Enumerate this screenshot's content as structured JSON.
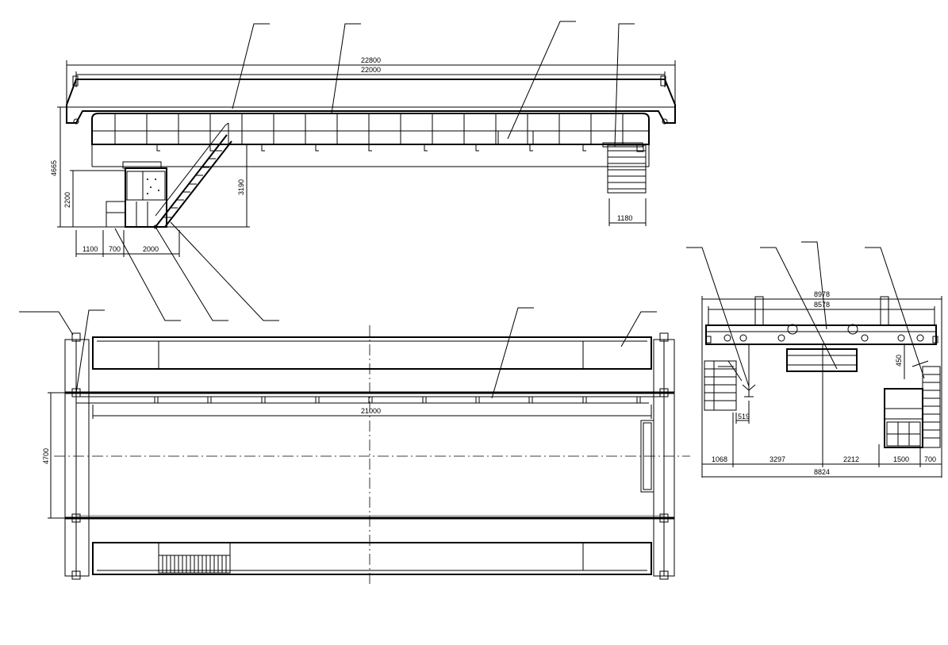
{
  "dimensions": {
    "side_view": {
      "overall_length": "22800",
      "span": "22000",
      "total_height": "4665",
      "platform_height": "2200",
      "walkway_height": "3190",
      "stair_width": "1180",
      "bottom_1": "1100",
      "bottom_2": "700",
      "bottom_3": "2000"
    },
    "plan_view": {
      "rail_gauge": "4700",
      "girder_length": "21000"
    },
    "end_view": {
      "overall_width": "8978",
      "wheel_base": "8578",
      "cab_offset": "519",
      "rail_offset": "450",
      "seg_1": "1068",
      "seg_2": "3297",
      "seg_3": "2212",
      "seg_4": "1500",
      "seg_5": "700",
      "total_bottom": "8824"
    }
  }
}
